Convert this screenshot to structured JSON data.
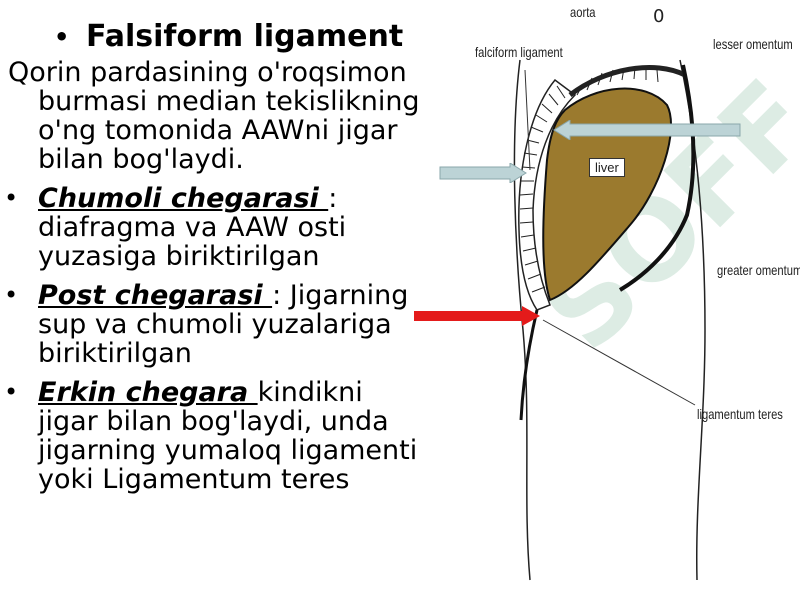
{
  "slide": {
    "heading": "Falsiform ligament",
    "intro": "Qorin pardasining o'roqsimon burmasi median tekislikning o'ng tomonida AAWni jigar bilan bog'laydi.",
    "bullets": [
      {
        "term": "Chumoli chegarasi ",
        "text": ": diafragma va AAW osti yuzasiga biriktirilgan"
      },
      {
        "term": "Post chegarasi ",
        "text": ": Jigarning sup va chumoli yuzalariga biriktirilgan"
      },
      {
        "term": "Erkin chegara ",
        "text": "kindikni jigar bilan bog'laydi, unda jigarning yumaloq ligamenti yoki Ligamentum teres"
      }
    ]
  },
  "figure": {
    "labels": {
      "aorta": "aorta",
      "falciform": "falciform ligament",
      "lesser_omentum": "lesser omentum",
      "liver": "liver",
      "greater_omentum": "greater omentum",
      "ligamentum_teres": "ligamentum teres"
    },
    "colors": {
      "liver_fill": "#9b7a2e",
      "arrow_light": "#bcd3d6",
      "arrow_red": "#e41b1b",
      "watermark": "#cfe5d9"
    },
    "watermark_text": "SOFF"
  }
}
